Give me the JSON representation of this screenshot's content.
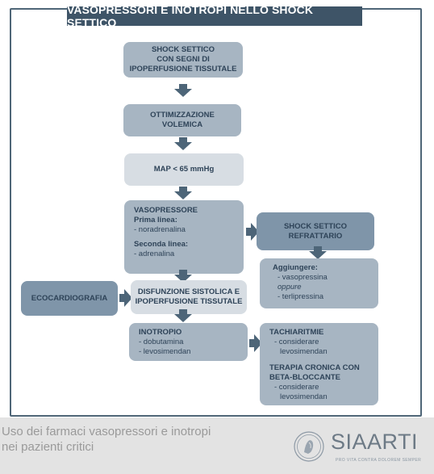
{
  "title": "VASOPRESSORI E INOTROPI NELLO SHOCK SETTICO",
  "boxes": {
    "shock": [
      "SHOCK SETTICO",
      "CON SEGNI DI",
      "IPOPERFUSIONE TISSUTALE"
    ],
    "ottimizzazione": [
      "OTTIMIZZAZIONE",
      "VOLEMICA"
    ],
    "map": "MAP < 65 mmHg",
    "vasopressore": {
      "heading": "VASOPRESSORE",
      "prima_label": "Prima linea:",
      "prima_item": "- noradrenalina",
      "seconda_label": "Seconda linea:",
      "seconda_item": "- adrenalina"
    },
    "refrattario": [
      "SHOCK SETTICO",
      "REFRATTARIO"
    ],
    "aggiungere": {
      "heading": "Aggiungere:",
      "item1": "- vasopressina",
      "oppure": "oppure",
      "item2": "- terlipressina"
    },
    "ecocardiografia": "ECOCARDIOGRAFIA",
    "disfunzione": [
      "DISFUNZIONE SISTOLICA E",
      "IPOPERFUSIONE TISSUTALE"
    ],
    "inotropio": {
      "heading": "INOTROPIO",
      "item1": "- dobutamina",
      "item2": "- levosimendan"
    },
    "tachi": {
      "heading": "TACHIARITMIE",
      "line1": "- considerare",
      "line2": "levosimendan",
      "heading2a": "TERAPIA CRONICA CON",
      "heading2b": "BETA-BLOCCANTE",
      "line3": "- considerare",
      "line4": "levosimendan"
    }
  },
  "footer": {
    "text_line1": "Uso dei farmaci vasopressori e inotropi",
    "text_line2": "nei pazienti critici",
    "logo_name": "SIAARTI",
    "logo_tagline": "PRO VITA CONTRA DOLOREM SEMPER"
  },
  "colors": {
    "title_bg": "#3e5467",
    "arrow": "#4d6578",
    "box_light": "#d7dde3",
    "box_mid": "#a7b5c2",
    "box_dark": "#7f95a9",
    "text": "#2e4358"
  }
}
